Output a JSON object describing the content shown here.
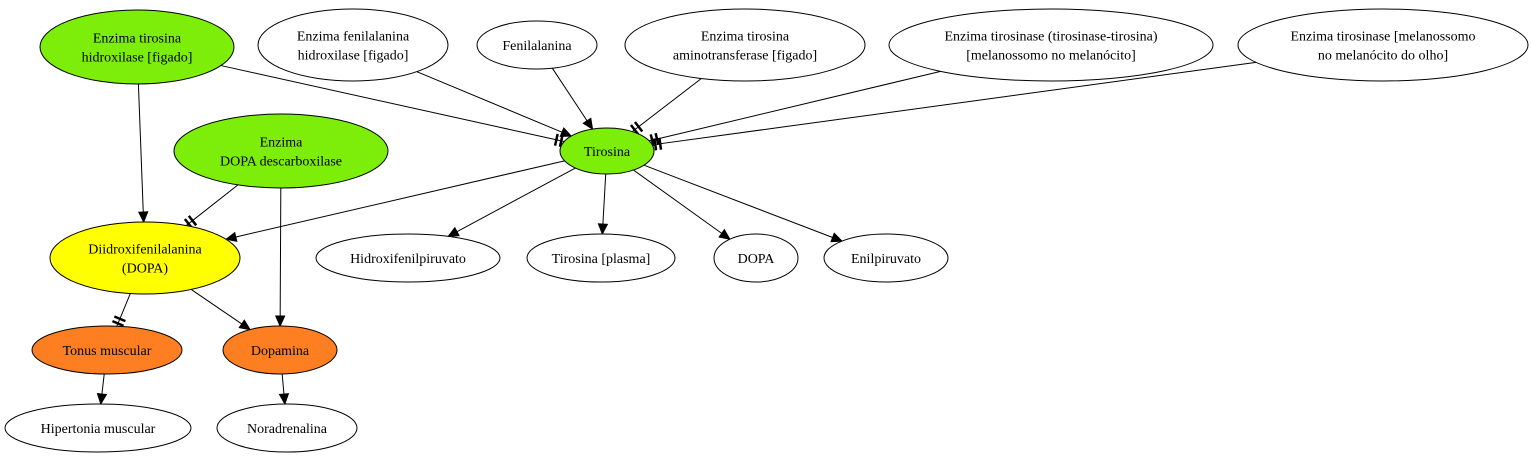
{
  "colors": {
    "green": "#7cee0a",
    "yellow": "#ffff00",
    "orange": "#fd7f21",
    "white": "#ffffff"
  },
  "nodes": {
    "enzima_tirosina_hidroxilase": {
      "lines": [
        "Enzima tirosina",
        "hidroxilase [figado]"
      ],
      "fill": "green"
    },
    "enzima_fenilalanina_hidroxilase": {
      "lines": [
        "Enzima fenilalanina",
        "hidroxilase [figado]"
      ],
      "fill": "white"
    },
    "fenilalanina": {
      "lines": [
        "Fenilalanina"
      ],
      "fill": "white"
    },
    "enzima_tirosina_aminotransferase": {
      "lines": [
        "Enzima tirosina",
        "aminotransferase [figado]"
      ],
      "fill": "white"
    },
    "enzima_tirosinase_tt": {
      "lines": [
        "Enzima tirosinase (tirosinase-tirosina)",
        "[melanossomo no melanócito]"
      ],
      "fill": "white"
    },
    "enzima_tirosinase_olho": {
      "lines": [
        "Enzima tirosinase [melanossomo",
        "no melanócito do olho]"
      ],
      "fill": "white"
    },
    "enzima_dopa_descarboxilase": {
      "lines": [
        "Enzima",
        "DOPA descarboxilase"
      ],
      "fill": "green"
    },
    "tirosina": {
      "lines": [
        "Tirosina"
      ],
      "fill": "green"
    },
    "dopa_main": {
      "lines": [
        "Diidroxifenilalanina",
        "(DOPA)"
      ],
      "fill": "yellow"
    },
    "hidroxifenilpiruvato": {
      "lines": [
        "Hidroxifenilpiruvato"
      ],
      "fill": "white"
    },
    "tirosina_plasma": {
      "lines": [
        "Tirosina [plasma]"
      ],
      "fill": "white"
    },
    "dopa": {
      "lines": [
        "DOPA"
      ],
      "fill": "white"
    },
    "enilpiruvato": {
      "lines": [
        "Enilpiruvato"
      ],
      "fill": "white"
    },
    "tonus_muscular": {
      "lines": [
        "Tonus muscular"
      ],
      "fill": "orange"
    },
    "dopamina": {
      "lines": [
        "Dopamina"
      ],
      "fill": "orange"
    },
    "hipertonia_muscular": {
      "lines": [
        "Hipertonia muscular"
      ],
      "fill": "white"
    },
    "noradrenalina": {
      "lines": [
        "Noradrenalina"
      ],
      "fill": "white"
    }
  },
  "edges": [
    {
      "from": "enzima_tirosina_hidroxilase",
      "to": "tirosina",
      "type": "tee"
    },
    {
      "from": "enzima_tirosina_hidroxilase",
      "to": "dopa_main",
      "type": "arrow"
    },
    {
      "from": "enzima_fenilalanina_hidroxilase",
      "to": "tirosina",
      "type": "arrow"
    },
    {
      "from": "fenilalanina",
      "to": "tirosina",
      "type": "arrow"
    },
    {
      "from": "enzima_tirosina_aminotransferase",
      "to": "tirosina",
      "type": "tee"
    },
    {
      "from": "enzima_tirosinase_tt",
      "to": "tirosina",
      "type": "tee"
    },
    {
      "from": "enzima_tirosinase_olho",
      "to": "tirosina",
      "type": "tee"
    },
    {
      "from": "enzima_dopa_descarboxilase",
      "to": "dopa_main",
      "type": "tee"
    },
    {
      "from": "enzima_dopa_descarboxilase",
      "to": "dopamina",
      "type": "arrow"
    },
    {
      "from": "tirosina",
      "to": "dopa_main",
      "type": "arrow"
    },
    {
      "from": "tirosina",
      "to": "hidroxifenilpiruvato",
      "type": "arrow"
    },
    {
      "from": "tirosina",
      "to": "tirosina_plasma",
      "type": "arrow"
    },
    {
      "from": "tirosina",
      "to": "dopa",
      "type": "arrow"
    },
    {
      "from": "tirosina",
      "to": "enilpiruvato",
      "type": "arrow"
    },
    {
      "from": "dopa_main",
      "to": "tonus_muscular",
      "type": "tee"
    },
    {
      "from": "dopa_main",
      "to": "dopamina",
      "type": "arrow"
    },
    {
      "from": "tonus_muscular",
      "to": "hipertonia_muscular",
      "type": "arrow"
    },
    {
      "from": "dopamina",
      "to": "noradrenalina",
      "type": "arrow"
    }
  ]
}
